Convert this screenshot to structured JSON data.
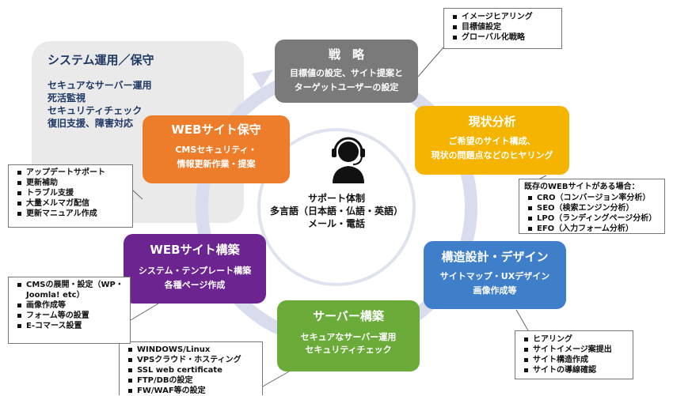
{
  "system_box": {
    "title": "システム運用／保守",
    "lines": [
      "セキュアなサーバー運用",
      "死活監視",
      "セキュリティチェック",
      "復旧支援、障害対応"
    ]
  },
  "center": {
    "icon": "headset-operator-icon",
    "lines": [
      "サポート体制",
      "多言語（日本語・仏語・英語）",
      "メール・電話"
    ]
  },
  "nodes": {
    "strategy": {
      "title": "戦　略",
      "lines": [
        "目標値の設定、サイト提案と",
        "ターゲットユーザーの設定"
      ],
      "color": "#7a7a7a"
    },
    "analysis": {
      "title": "現状分析",
      "lines": [
        "ご希望のサイト構成、",
        "現状の問題点などのヒヤリング"
      ],
      "color": "#f5b400"
    },
    "design": {
      "title": "構造設計・デザイン",
      "lines": [
        "サイトマップ・UXデザイン",
        "画像作成等"
      ],
      "color": "#3f7fc9"
    },
    "server": {
      "title": "サーバー構築",
      "lines": [
        "セキュアなサーバー運用",
        "セキュリティチェック"
      ],
      "color": "#6aab3a"
    },
    "build": {
      "title": "WEBサイト構築",
      "lines": [
        "システム・テンプレート構築",
        "各種ページ作成"
      ],
      "color": "#6b2490"
    },
    "maintenance": {
      "title": "WEBサイト保守",
      "lines": [
        "CMSセキュリティ・",
        "情報更新作業・提案"
      ],
      "color": "#ee7d2b"
    }
  },
  "notes": {
    "strategy": {
      "items": [
        "イメージヒアリング",
        "目標値設定",
        "グローバル化戦略"
      ]
    },
    "analysis": {
      "heading": "既存のWEBサイトがある場合：",
      "items": [
        "CRO（コンバージョン率分析）",
        "SEO（検索エンジン分析）",
        "LPO（ランディングページ分析）",
        "EFO（入力フォーム分析）"
      ]
    },
    "design": {
      "items": [
        "ヒアリング",
        "サイトイメージ案提出",
        "サイト構造作成",
        "サイトの導線確認"
      ]
    },
    "server": {
      "items": [
        "WINDOWS/Linux",
        "VPSクラウド・ホスティング",
        "SSL web certificate",
        "FTP/DBの設定",
        "FW/WAF等の設定"
      ]
    },
    "build": {
      "items": [
        "CMSの展開・設定（WP・Joomla! etc）",
        "画像作成等",
        "フォーム等の設置",
        "E-コマース設置"
      ]
    },
    "maintenance": {
      "items": [
        "アップデートサポート",
        "更新補助",
        "トラブル支援",
        "大量メルマガ配信",
        "更新マニュアル作成"
      ]
    }
  }
}
